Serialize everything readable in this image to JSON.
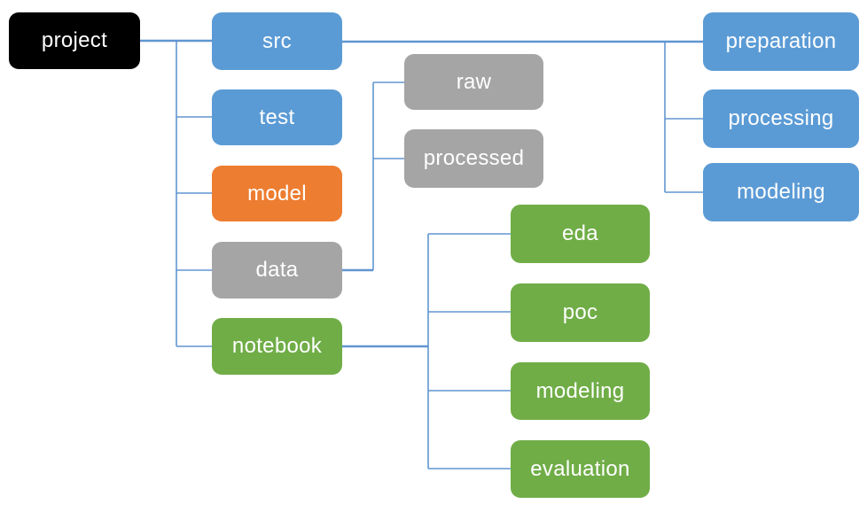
{
  "palette": {
    "black": "#000000",
    "blue": "#5B9BD5",
    "orange": "#ED7D31",
    "gray": "#A5A5A5",
    "green": "#70AD47",
    "connector": "#6096D1",
    "text": "#FFFFFF",
    "background": "#FFFFFF"
  },
  "diagram": {
    "type": "tree",
    "root_id": "project",
    "nodes": [
      {
        "id": "project",
        "label": "project",
        "color": "black",
        "parent": null
      },
      {
        "id": "src",
        "label": "src",
        "color": "blue",
        "parent": "project"
      },
      {
        "id": "test",
        "label": "test",
        "color": "blue",
        "parent": "project"
      },
      {
        "id": "model",
        "label": "model",
        "color": "orange",
        "parent": "project"
      },
      {
        "id": "data",
        "label": "data",
        "color": "gray",
        "parent": "project"
      },
      {
        "id": "notebook",
        "label": "notebook",
        "color": "green",
        "parent": "project"
      },
      {
        "id": "raw",
        "label": "raw",
        "color": "gray",
        "parent": "data"
      },
      {
        "id": "processed",
        "label": "processed",
        "color": "gray",
        "parent": "data"
      },
      {
        "id": "eda",
        "label": "eda",
        "color": "green",
        "parent": "notebook"
      },
      {
        "id": "poc",
        "label": "poc",
        "color": "green",
        "parent": "notebook"
      },
      {
        "id": "modeling-notebook",
        "label": "modeling",
        "color": "green",
        "parent": "notebook"
      },
      {
        "id": "evaluation",
        "label": "evaluation",
        "color": "green",
        "parent": "notebook"
      },
      {
        "id": "preparation",
        "label": "preparation",
        "color": "blue",
        "parent": "src"
      },
      {
        "id": "processing",
        "label": "processing",
        "color": "blue",
        "parent": "src"
      },
      {
        "id": "modeling-src",
        "label": "modeling",
        "color": "blue",
        "parent": "src"
      }
    ]
  }
}
